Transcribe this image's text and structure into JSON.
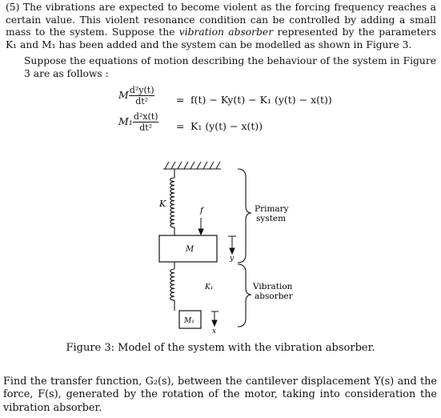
{
  "problem": {
    "number": "(5)",
    "para1": "The vibrations are expected to become violent as the forcing frequency reaches a certain value. This violent resonance condition can be controlled by adding a small mass to the system. Suppose the",
    "para1_italic": "vibration absorber",
    "para1_tail": "represented by the parameters K₁ and M₁ has been added and the system can be modelled as shown in Figure 3.",
    "para2": "Suppose the equations of motion describing the behaviour of the system in Figure 3 are as follows :"
  },
  "equations": {
    "eq1": {
      "coef": "M",
      "num": "d²y(t)",
      "den": "dt²",
      "equals": "=",
      "rhs": "f(t) − Ky(t) − K₁ (y(t) − x(t))"
    },
    "eq2": {
      "coef": "M₁",
      "num": "d²x(t)",
      "den": "dt²",
      "equals": "=",
      "rhs": "K₁ (y(t) − x(t))"
    }
  },
  "figure": {
    "label_K": "K",
    "label_f": "f",
    "label_M": "M",
    "label_y": "y",
    "label_K1": "K₁",
    "label_M1": "M₁",
    "label_x": "x",
    "brace_primary": [
      "Primary",
      "system"
    ],
    "brace_absorber": [
      "Vibration",
      "absorber"
    ],
    "caption": "Figure 3: Model of the system with the vibration absorber."
  },
  "question": "Find the transfer function, G₂(s), between the cantilever displacement Y(s) and the force, F(s), generated by the rotation of the motor, taking into consideration the vibration absorber."
}
